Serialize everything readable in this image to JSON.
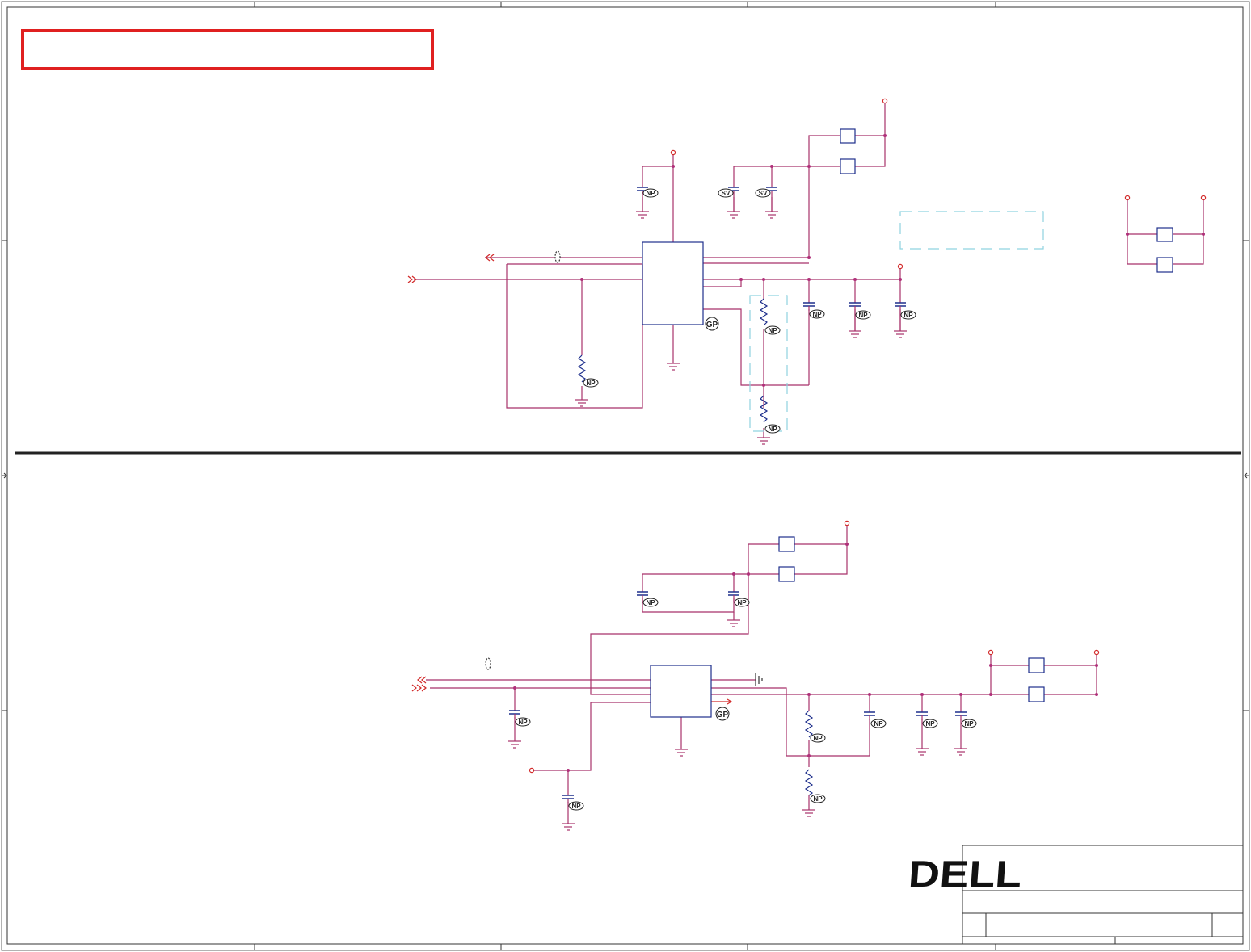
{
  "schematic": {
    "logo_text": "DELL",
    "part_labels": {
      "gp": "GP",
      "np": "NP",
      "sv": "SV"
    },
    "colors": {
      "wire": "#a8326a",
      "power": "#d22a2a",
      "component": "#1e2f8c",
      "frame": "#333333",
      "highlight": "#e02020",
      "note_box": "#8fd3e0",
      "junction": "#b0307a"
    }
  }
}
